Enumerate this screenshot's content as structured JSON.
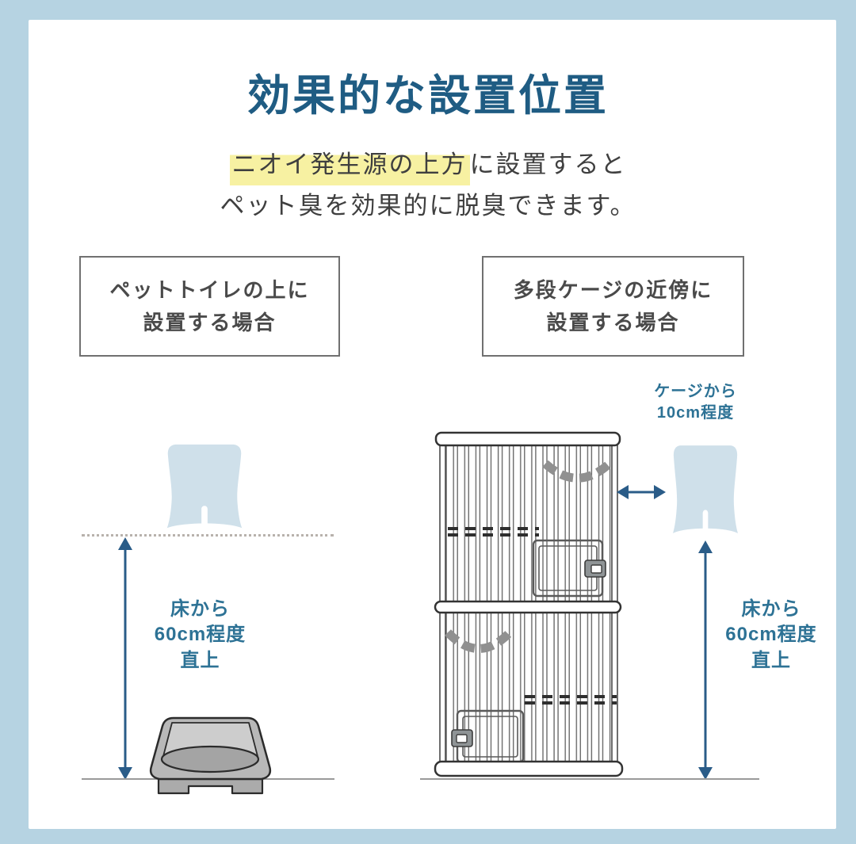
{
  "page": {
    "title": "効果的な設置位置",
    "subtitle": {
      "line1_highlight": "ニオイ発生源の上方",
      "line1_rest": "に設置すると",
      "line2": "ペット臭を効果的に脱臭できます。"
    }
  },
  "scenarios": {
    "left": {
      "box_lines": [
        "ペットトイレの上に",
        "設置する場合"
      ],
      "measurement_lines": [
        "床から",
        "60cm程度",
        "直上"
      ]
    },
    "right": {
      "box_lines": [
        "多段ケージの近傍に",
        "設置する場合"
      ],
      "cage_distance_lines": [
        "ケージから",
        "10cm程度"
      ],
      "measurement_lines": [
        "床から",
        "60cm程度",
        "直上"
      ]
    }
  },
  "icons": {
    "deodorizer_device": "light-blue device silhouette",
    "pet_toilet": "gray pet toilet tray",
    "pet_cage": "two-tier wire pet cage",
    "height_arrow": "vertical double-headed arrow",
    "distance_arrow": "horizontal double-headed arrow"
  },
  "colors": {
    "frame_blue": "#b6d3e2",
    "title_blue": "#1f5c83",
    "highlight_yellow": "#f7f1a2",
    "device_blue": "#cfe0ea",
    "arrow_blue": "#2a5c88",
    "label_teal": "#2d7295"
  }
}
